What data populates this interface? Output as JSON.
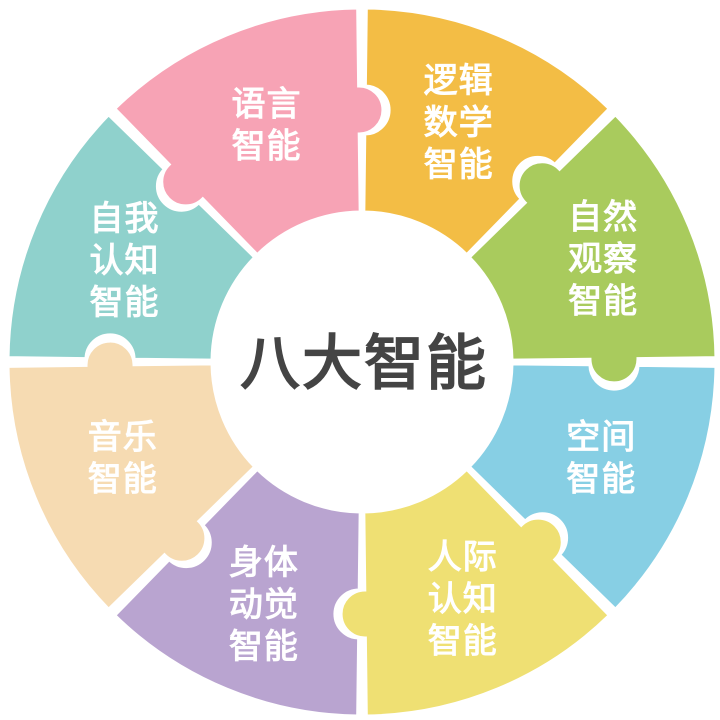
{
  "title": "八大智能",
  "segments": [
    {
      "name": "linguistic",
      "lines": [
        "语言",
        "智能"
      ],
      "color": "#F7A3B5"
    },
    {
      "name": "logical-mathematical",
      "lines": [
        "逻辑",
        "数学",
        "智能"
      ],
      "color": "#F3BD45"
    },
    {
      "name": "naturalist",
      "lines": [
        "自然",
        "观察",
        "智能"
      ],
      "color": "#A9CB5D"
    },
    {
      "name": "spatial",
      "lines": [
        "空间",
        "智能"
      ],
      "color": "#87CFE4"
    },
    {
      "name": "interpersonal",
      "lines": [
        "人际",
        "认知",
        "智能"
      ],
      "color": "#EFE073"
    },
    {
      "name": "bodily-kinesthetic",
      "lines": [
        "身体",
        "动觉",
        "智能"
      ],
      "color": "#B9A4D0"
    },
    {
      "name": "musical",
      "lines": [
        "音乐",
        "智能"
      ],
      "color": "#F6DBB2"
    },
    {
      "name": "intrapersonal",
      "lines": [
        "自我",
        "认知",
        "智能"
      ],
      "color": "#8FD1CC"
    }
  ]
}
